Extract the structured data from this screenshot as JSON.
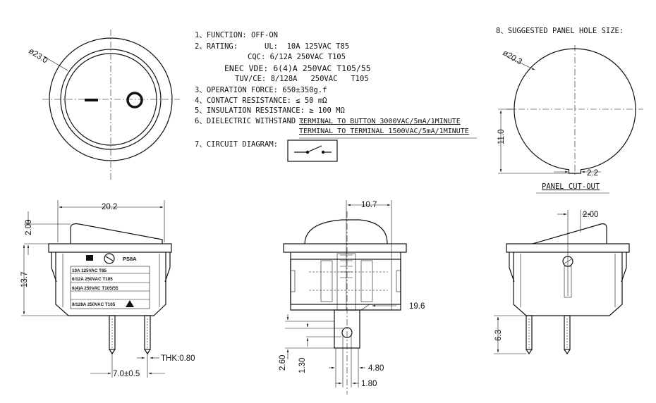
{
  "specs": {
    "function": "1、FUNCTION:  OFF-ON",
    "rating_ul": "2、RATING:      UL:  10A 125VAC T85",
    "rating_cqc": "CQC:  6/12A 250VAC T105",
    "rating_enec": "ENEC VDE: 6(4)A 250VAC T105/55",
    "rating_tuv": "TUV/CE: 8/128A   250VAC   T105",
    "operation_force": "3、OPERATION FORCE: 650±350g.f",
    "contact_resistance": "4、CONTACT RESISTANCE: ≤ 50 mΩ",
    "insulation_resistance": "5、INSULATION RESISTANCE: ≥ 100 MΩ",
    "dielectric_label": "6、DIELECTRIC WITHSTAND :",
    "dielectric_1": "TERMINAL TO BUTTON 3000VAC/5mA/1MINUTE",
    "dielectric_2": "TERMINAL TO TERMINAL 1500VAC/5mA/1MINUTE",
    "circuit_diagram": "7、CIRCUIT DIAGRAM:"
  },
  "panel_hole": {
    "title": "8、SUGGESTED PANEL HOLE SIZE:",
    "diameter": "ø20.3",
    "height": "11.0",
    "notch": "2.2",
    "caption": "PANEL CUT-OUT"
  },
  "front_view": {
    "diameter": "ø23.0"
  },
  "side_view": {
    "width": "20.2",
    "top_offset": "2.00",
    "height": "13.7",
    "terminal_thickness": "THK:0.80",
    "pitch": "7.0±0.5",
    "label_model": "PS8A",
    "label_lines": [
      "10A 125VAC T85",
      "6/12A  250VAC  T105",
      "6(4)A 250VAC T105/55",
      "8/128A  250VAC T105"
    ]
  },
  "end_view": {
    "width": "10.7",
    "depth": "19.6",
    "dim_260": "2.60",
    "dim_130": "1.30",
    "dim_480": "4.80",
    "dim_180": "1.80"
  },
  "right_view": {
    "offset": "2.00",
    "terminal_length": "6.3"
  }
}
